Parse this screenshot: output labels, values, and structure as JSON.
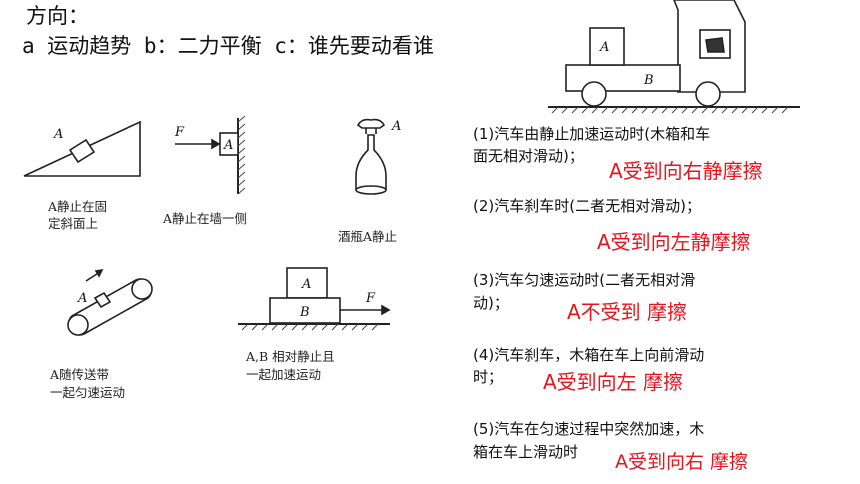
{
  "header": {
    "title": "方向：",
    "subtitle": "a  运动趋势 b：二力平衡 c：谁先要动看谁"
  },
  "figures": {
    "incline": {
      "block": "A",
      "caption1": "A静止在固",
      "caption2": "定斜面上"
    },
    "wall": {
      "block": "A",
      "force": "F",
      "caption": "A静止在墙一侧"
    },
    "bottle": {
      "label": "A",
      "caption": "酒瓶A静止"
    },
    "conveyor": {
      "block": "A",
      "caption1": "A随传送带",
      "caption2": "一起匀速运动"
    },
    "stacked": {
      "top": "A",
      "bottom": "B",
      "force": "F",
      "caption1": "A,B 相对静止且",
      "caption2": "一起加速运动"
    },
    "truck": {
      "box": "A",
      "bed": "B"
    }
  },
  "questions": [
    {
      "line1": "(1)汽车由静止加速运动时(木箱和车",
      "line2": "面无相对滑动)；",
      "answer": "A受到向右静摩擦"
    },
    {
      "line1": "(2)汽车刹车时(二者无相对滑动)；",
      "answer": "A受到向左静摩擦"
    },
    {
      "line1": "(3)汽车匀速运动时(二者无相对滑",
      "line2": "动)；",
      "answer": "A不受到 摩擦"
    },
    {
      "line1": "(4)汽车刹车，木箱在车上向前滑动",
      "line2": "时；",
      "answer": "A受到向左 摩擦"
    },
    {
      "line1": "(5)汽车在匀速过程中突然加速，木",
      "line2": "箱在车上滑动时",
      "answer": "A受到向右 摩擦"
    }
  ],
  "colors": {
    "answer": "#e6151b",
    "text": "#111111",
    "background": "#ffffff"
  }
}
